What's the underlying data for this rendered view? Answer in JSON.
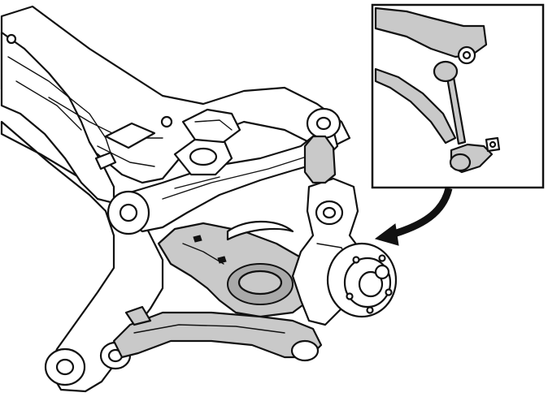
{
  "figure": {
    "kind": "technical-illustration",
    "subject": "rear-subframe-suspension",
    "highlight_color": "#c9c9c9",
    "line_color": "#111111",
    "background": "#ffffff",
    "inset": {
      "present": true,
      "detail": "stabilizer-link-closeup"
    },
    "callout_arrow": {
      "present": true,
      "from": "inset",
      "to": "stabilizer-link-mount"
    }
  }
}
